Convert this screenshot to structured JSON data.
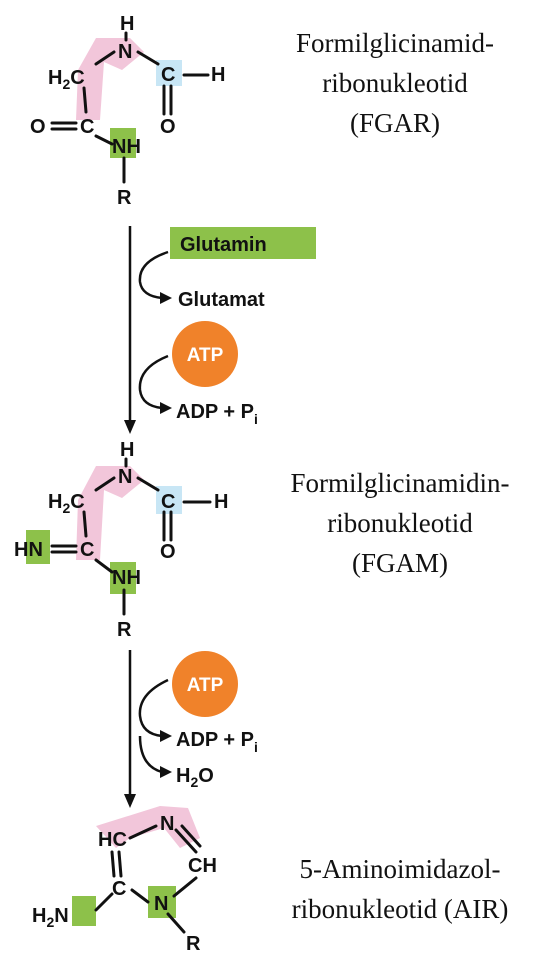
{
  "compounds": {
    "fgar": {
      "name_line1": "Formilglicinamid-",
      "name_line2": "ribonukleotid",
      "name_line3": "(FGAR)"
    },
    "fgam": {
      "name_line1": "Formilglicinamidin-",
      "name_line2": "ribonukleotid",
      "name_line3": "(FGAM)"
    },
    "air": {
      "name_line1": "5-Aminoimidazol-",
      "name_line2": "ribonukleotid (AIR)"
    }
  },
  "step1": {
    "input": "Glutamin",
    "output": "Glutamat",
    "cofactor": "ATP",
    "products": "ADP + P",
    "products_sub": "i"
  },
  "step2": {
    "cofactor": "ATP",
    "products": "ADP + P",
    "products_sub": "i",
    "water": "H",
    "water_sub": "2",
    "water_end": "O"
  },
  "atoms": {
    "H": "H",
    "N": "N",
    "NH": "NH",
    "C": "C",
    "O": "O",
    "R": "R",
    "H2C_H": "H",
    "H2C_2": "2",
    "H2C_C": "C",
    "HN": "HN",
    "HC": "HC",
    "CH": "CH",
    "H2N_H": "H",
    "H2N_2": "2",
    "H2N_N": "N"
  },
  "colors": {
    "pink_highlight": "#f2c6da",
    "blue_highlight": "#c8e6f5",
    "green_highlight": "#8dc14a",
    "atp_orange": "#f0822a",
    "glutamin_green": "#8dc14a"
  }
}
